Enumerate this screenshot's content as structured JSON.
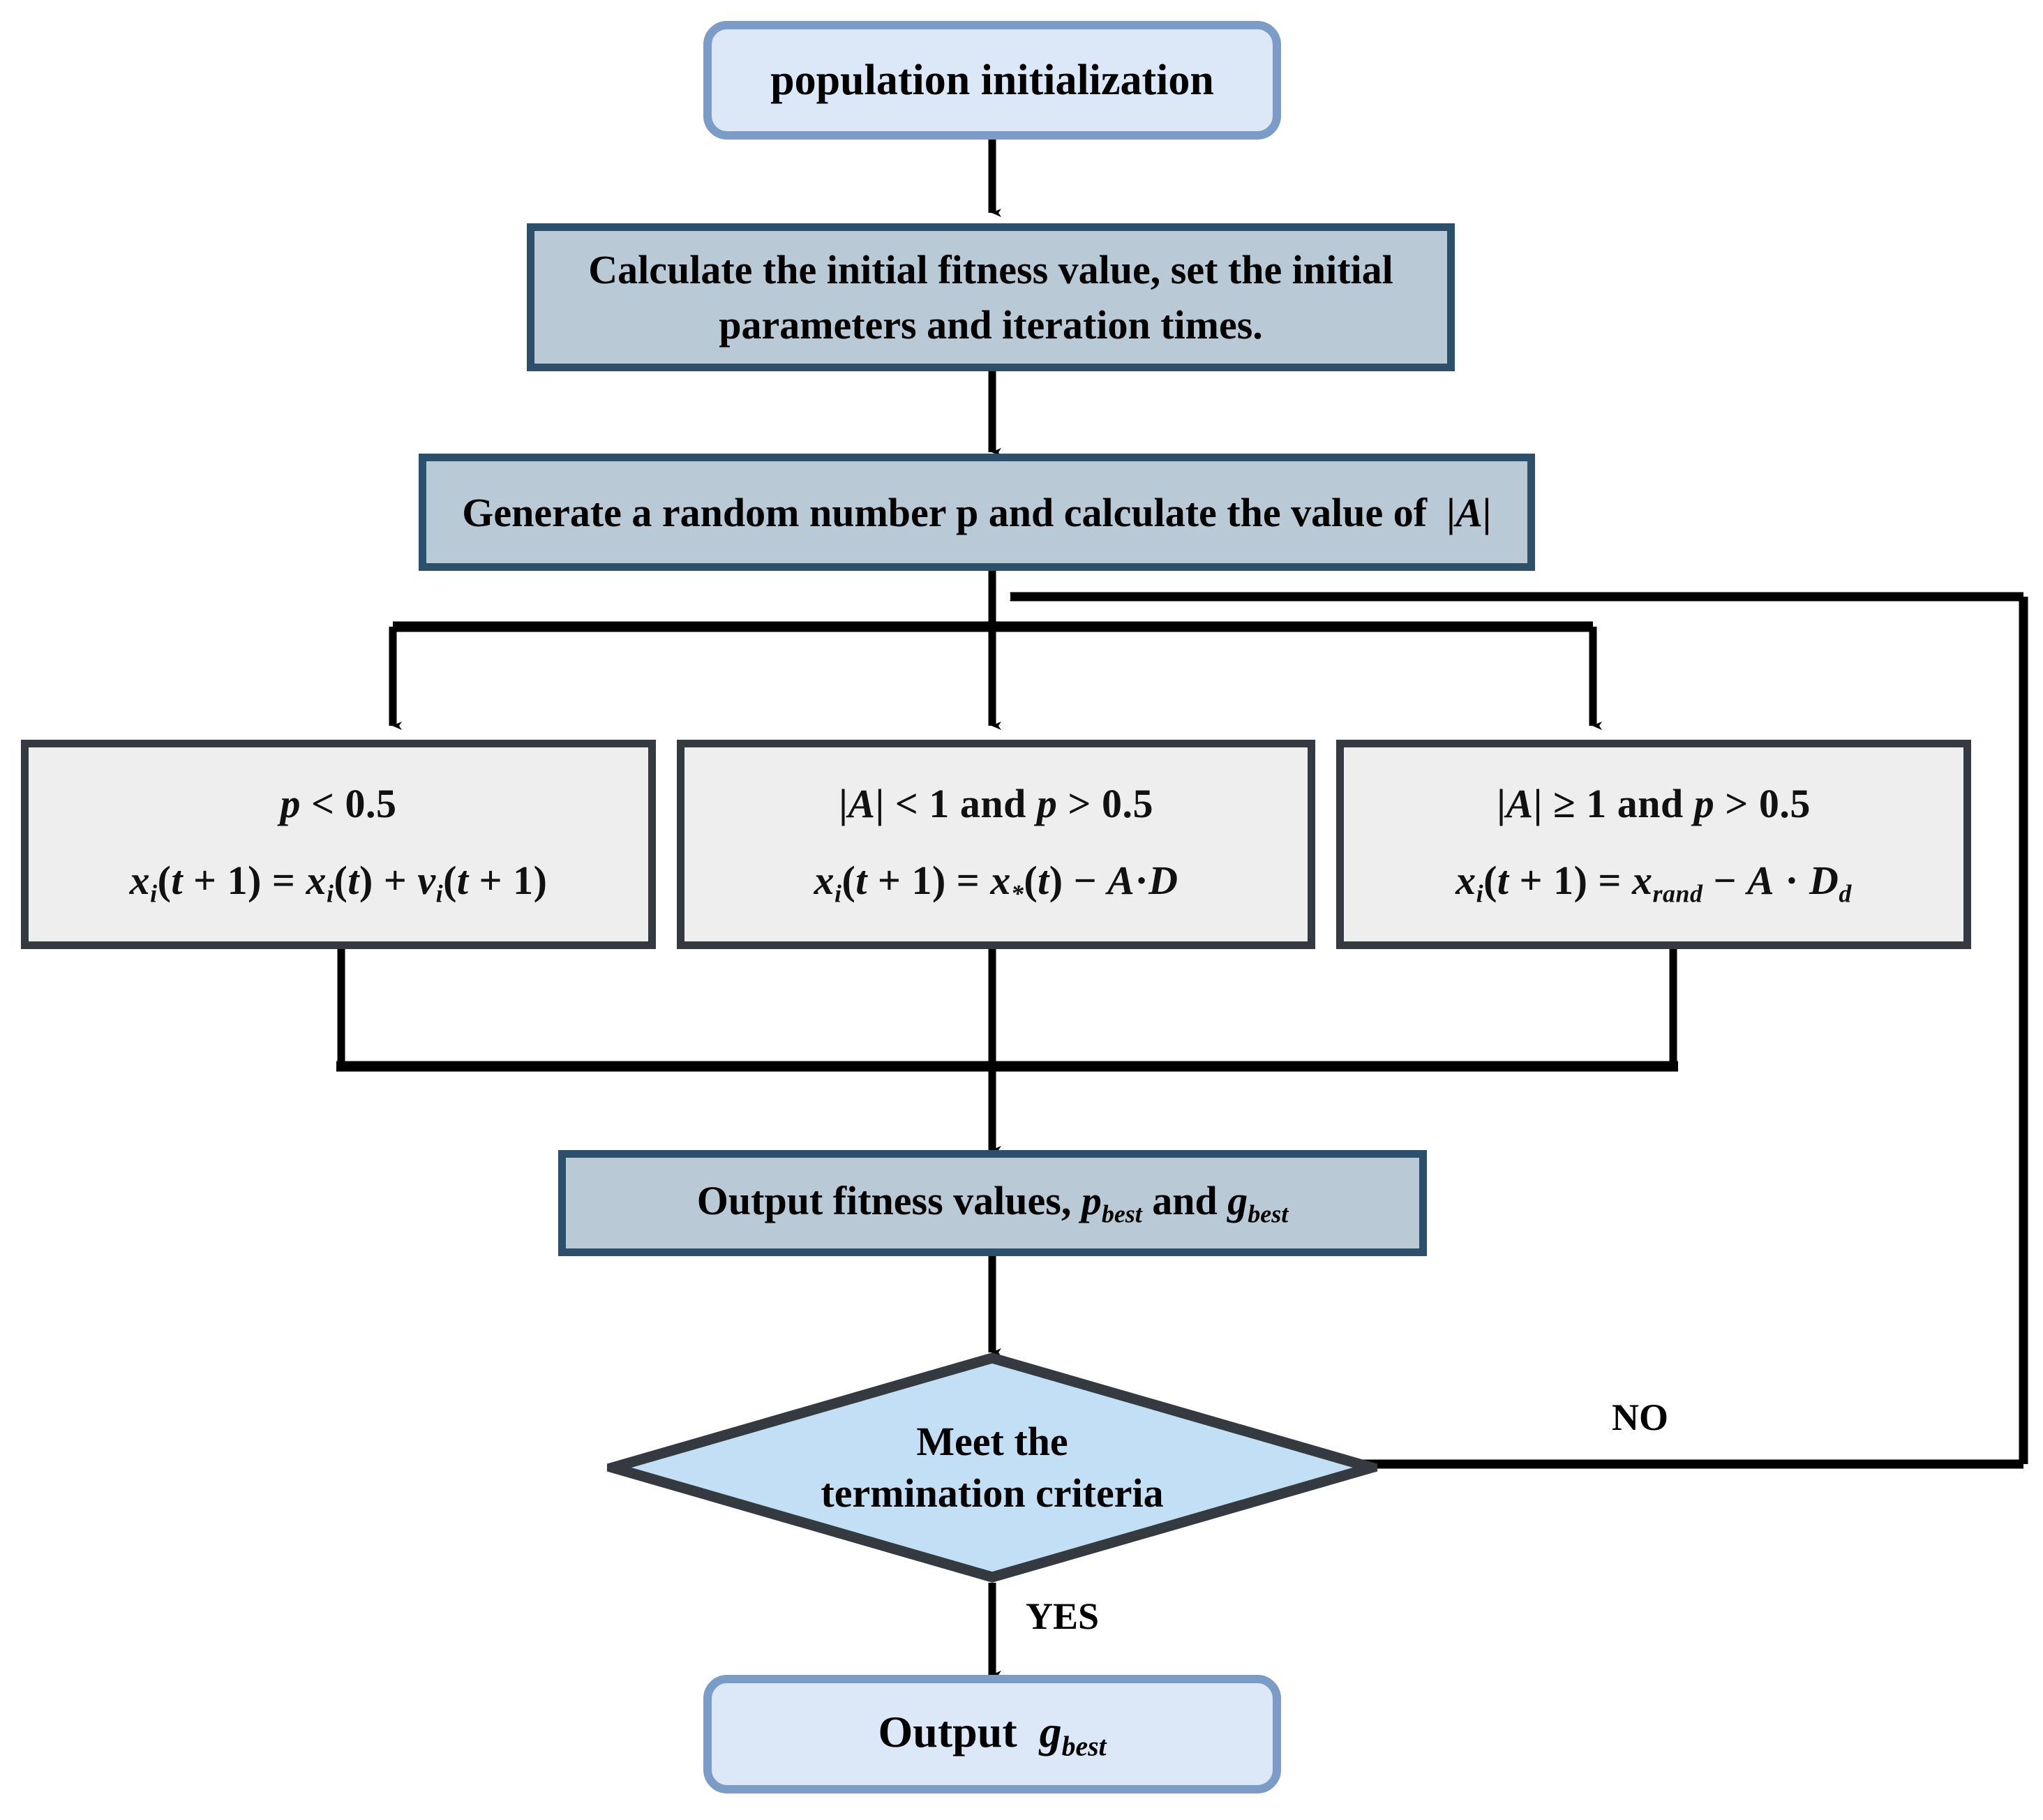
{
  "diagram": {
    "title": "Hybrid PSO-WOA algorithm flowchart",
    "colors": {
      "terminal_border": "#7a9cc6",
      "terminal_fill": "#dce8f7",
      "process_border": "#2c4f6b",
      "process_fill": "#b9c9d6",
      "condition_border": "#343a40",
      "condition_fill": "#eeeeee",
      "decision_border": "#343a40",
      "decision_fill": "#c3dff5",
      "connector": "#000000",
      "background": "#ffffff"
    },
    "nodes": {
      "start": {
        "type": "terminal",
        "label": "population initialization"
      },
      "init_params": {
        "type": "process",
        "line1": "Calculate the initial fitness value, set the initial",
        "line2": "parameters and iteration times."
      },
      "generate_p": {
        "type": "process",
        "text_before": "Generate a random number p and calculate the value of",
        "math": "|A|"
      },
      "branch_left": {
        "type": "condition",
        "condition": "p < 0.5",
        "formula": "x_i(t + 1) = x_i(t) + v_i(t + 1)"
      },
      "branch_mid": {
        "type": "condition",
        "condition": "|A| < 1 and p > 0.5",
        "formula": "x_i(t + 1) = x_*(t) - A·D"
      },
      "branch_right": {
        "type": "condition",
        "condition": "|A| ≥ 1 and p > 0.5",
        "formula": "x_i(t + 1) = x_rand - A · D_d"
      },
      "output_fitness": {
        "type": "process",
        "text": "Output fitness values, p_best and g_best"
      },
      "decision": {
        "type": "decision",
        "line1": "Meet the",
        "line2": "termination criteria"
      },
      "end": {
        "type": "terminal",
        "text": "Output g_best"
      }
    },
    "edge_labels": {
      "yes": "YES",
      "no": "NO"
    },
    "flow": [
      "start -> init_params",
      "init_params -> generate_p",
      "generate_p -> branch_left",
      "generate_p -> branch_mid",
      "generate_p -> branch_right",
      "branch_left -> output_fitness",
      "branch_mid -> output_fitness",
      "branch_right -> output_fitness",
      "output_fitness -> decision",
      "decision -NO-> generate_p",
      "decision -YES-> end"
    ]
  }
}
